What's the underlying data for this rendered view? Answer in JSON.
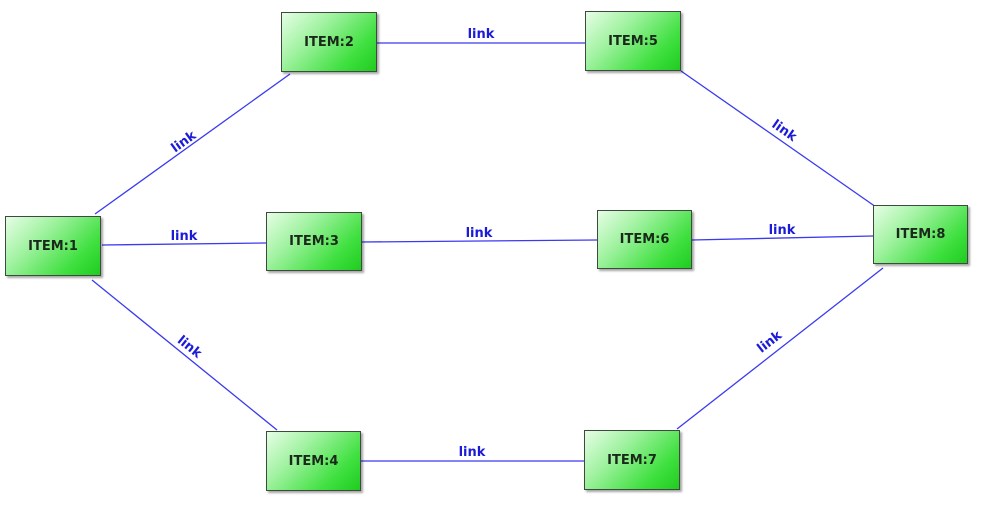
{
  "colors": {
    "edge": "#3a3af0",
    "edge_label": "#1c1cd8",
    "node_text": "#1a2a1a"
  },
  "nodes": [
    {
      "id": "n1",
      "label": "ITEM:1"
    },
    {
      "id": "n2",
      "label": "ITEM:2"
    },
    {
      "id": "n3",
      "label": "ITEM:3"
    },
    {
      "id": "n4",
      "label": "ITEM:4"
    },
    {
      "id": "n5",
      "label": "ITEM:5"
    },
    {
      "id": "n6",
      "label": "ITEM:6"
    },
    {
      "id": "n7",
      "label": "ITEM:7"
    },
    {
      "id": "n8",
      "label": "ITEM:8"
    }
  ],
  "edges": [
    {
      "from": "n1",
      "to": "n2",
      "label": "link"
    },
    {
      "from": "n1",
      "to": "n3",
      "label": "link"
    },
    {
      "from": "n1",
      "to": "n4",
      "label": "link"
    },
    {
      "from": "n2",
      "to": "n5",
      "label": "link"
    },
    {
      "from": "n3",
      "to": "n6",
      "label": "link"
    },
    {
      "from": "n4",
      "to": "n7",
      "label": "link"
    },
    {
      "from": "n5",
      "to": "n8",
      "label": "link"
    },
    {
      "from": "n6",
      "to": "n8",
      "label": "link"
    },
    {
      "from": "n7",
      "to": "n8",
      "label": "link"
    }
  ]
}
